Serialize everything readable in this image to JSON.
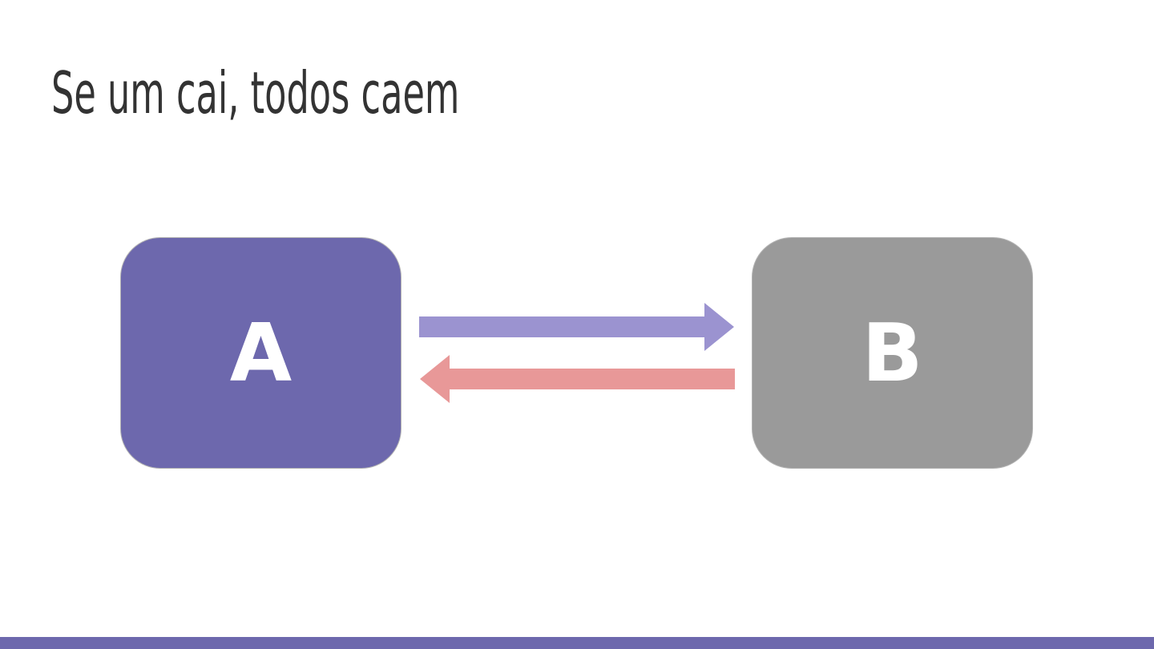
{
  "slide": {
    "title": "Se um cai, todos caem"
  },
  "diagram": {
    "nodes": [
      {
        "id": "a",
        "label": "A",
        "color": "#6d68ad"
      },
      {
        "id": "b",
        "label": "B",
        "color": "#9a9a9a"
      }
    ],
    "edges": [
      {
        "from": "a",
        "to": "b",
        "color": "#9b93d0"
      },
      {
        "from": "b",
        "to": "a",
        "color": "#e89898"
      }
    ]
  },
  "theme": {
    "accent": "#6d68ad",
    "title_color": "#333333"
  }
}
